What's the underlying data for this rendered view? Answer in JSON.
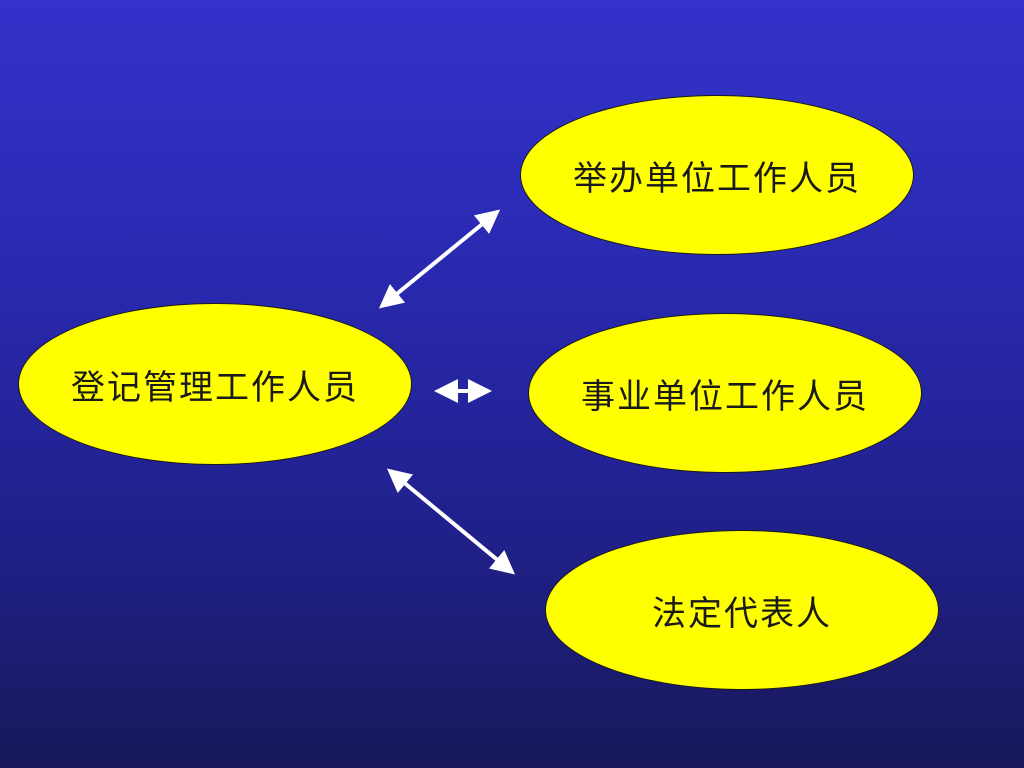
{
  "colors": {
    "background_top": "#3333cc",
    "background_bottom": "#18185a",
    "node_fill": "#ffff00",
    "node_border": "#1a1a1a",
    "arrow": "#ffffff"
  },
  "nodes": {
    "left": {
      "label": "登记管理工作人员"
    },
    "top": {
      "label": "举办单位工作人员"
    },
    "middle": {
      "label": "事业单位工作人员"
    },
    "bottom": {
      "label": "法定代表人"
    }
  },
  "connections": [
    {
      "from": "left",
      "to": "top",
      "type": "bidirectional"
    },
    {
      "from": "left",
      "to": "middle",
      "type": "bidirectional"
    },
    {
      "from": "left",
      "to": "bottom",
      "type": "bidirectional"
    }
  ]
}
